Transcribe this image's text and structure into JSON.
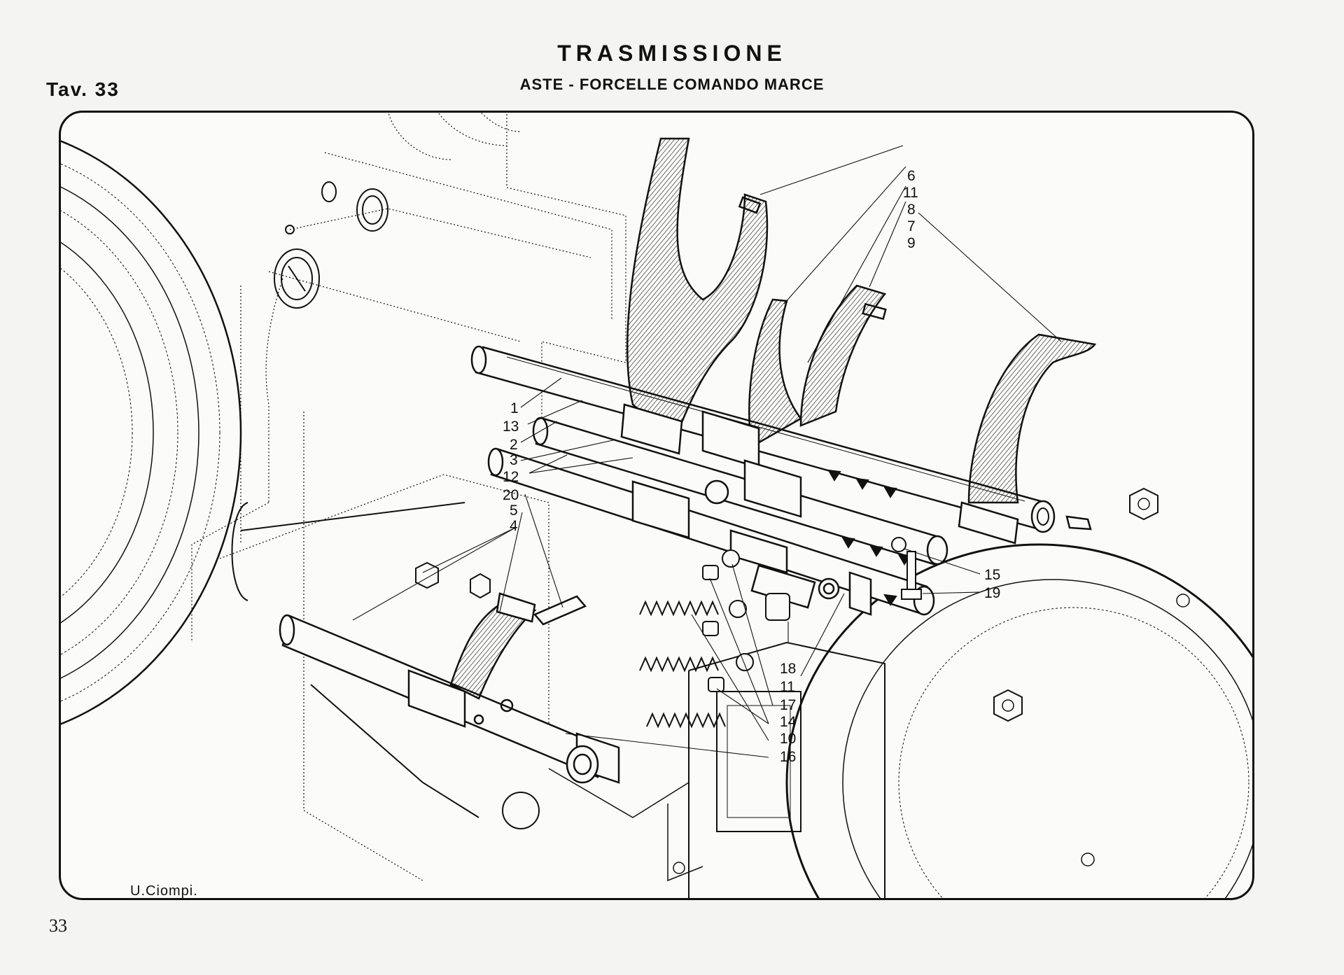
{
  "header": {
    "title": "TRASMISSIONE",
    "subtitle": "ASTE - FORCELLE COMANDO MARCE",
    "plate": "Tav. 33"
  },
  "footer": {
    "page_number": "33",
    "signature": "U.Ciompi."
  },
  "callouts": [
    {
      "id": "c6",
      "label": "6"
    },
    {
      "id": "c11a",
      "label": "11"
    },
    {
      "id": "c8",
      "label": "8"
    },
    {
      "id": "c7",
      "label": "7"
    },
    {
      "id": "c9",
      "label": "9"
    },
    {
      "id": "c1",
      "label": "1"
    },
    {
      "id": "c13",
      "label": "13"
    },
    {
      "id": "c2",
      "label": "2"
    },
    {
      "id": "c3",
      "label": "3"
    },
    {
      "id": "c12",
      "label": "12"
    },
    {
      "id": "c20",
      "label": "20"
    },
    {
      "id": "c5",
      "label": "5"
    },
    {
      "id": "c4",
      "label": "4"
    },
    {
      "id": "c15",
      "label": "15"
    },
    {
      "id": "c19",
      "label": "19"
    },
    {
      "id": "c18",
      "label": "18"
    },
    {
      "id": "c11b",
      "label": "11"
    },
    {
      "id": "c17",
      "label": "17"
    },
    {
      "id": "c14",
      "label": "14"
    },
    {
      "id": "c10",
      "label": "10"
    },
    {
      "id": "c16",
      "label": "16"
    }
  ],
  "colors": {
    "ink": "#111111",
    "paper": "#f4f4f2"
  }
}
